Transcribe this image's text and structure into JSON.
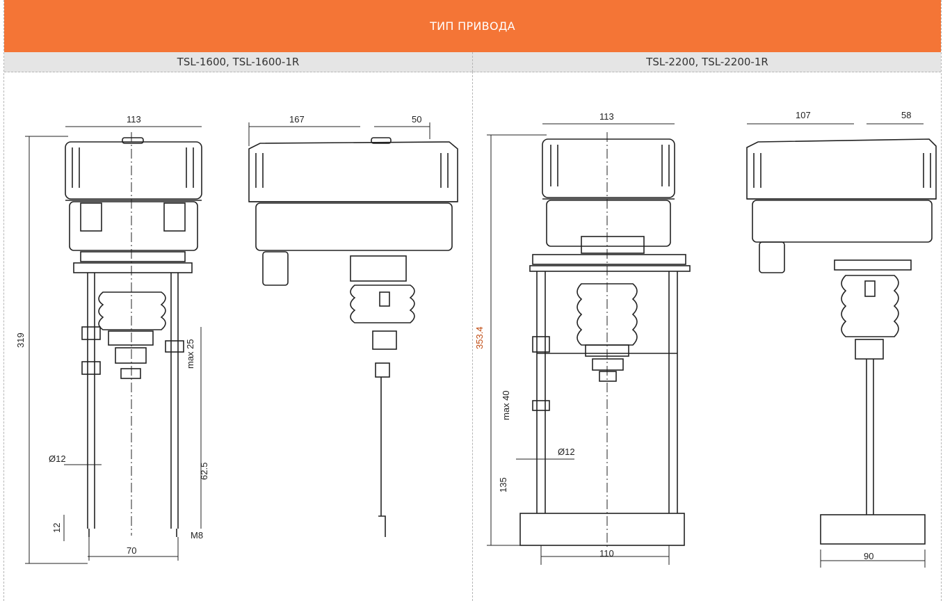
{
  "header": {
    "title": "ТИП ПРИВОДА"
  },
  "columns": [
    {
      "label": "TSL-1600, TSL-1600-1R"
    },
    {
      "label": "TSL-2200, TSL-2200-1R"
    }
  ],
  "drawings": {
    "left_front": {
      "width": "113",
      "height": "319",
      "stroke": "max 25",
      "stroke2": "62.5",
      "rod": "Ø12",
      "bottom": "12",
      "pitch": "70",
      "spindle": "M8"
    },
    "left_side": {
      "depth": "167",
      "offset": "50"
    },
    "right_front": {
      "width": "113",
      "height": "353.4",
      "stroke": "max 40",
      "rod": "Ø12",
      "base_h": "135",
      "base_w": "110"
    },
    "right_side": {
      "depth": "107",
      "offset": "58",
      "base_w": "90"
    }
  },
  "colors": {
    "header_bg": "#f47536",
    "subheader_bg": "#e5e5e5",
    "accent_text": "#c04a10"
  }
}
